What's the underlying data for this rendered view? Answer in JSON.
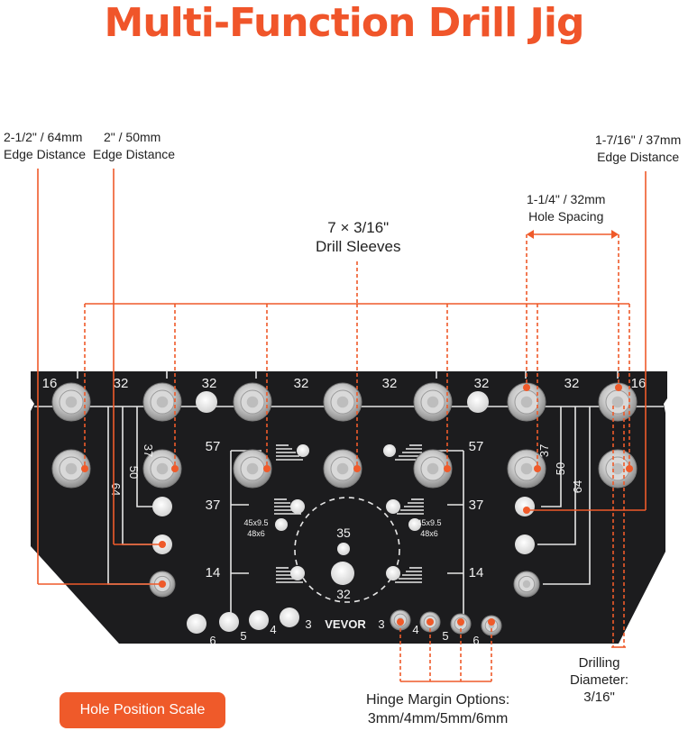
{
  "title": "Multi-Function Drill Jig",
  "callouts": {
    "edge64": [
      "2-1/2\" / 64mm",
      "Edge Distance"
    ],
    "edge50": [
      "2\" / 50mm",
      "Edge Distance"
    ],
    "edge37": [
      "1-7/16\" / 37mm",
      "Edge Distance"
    ],
    "spacing": [
      "1-1/4\" / 32mm",
      "Hole Spacing"
    ],
    "sleeves": [
      "7 × 3/16\"",
      "Drill  Sleeves"
    ],
    "diameter": [
      "Drilling",
      "Diameter:",
      "3/16\""
    ],
    "hinge": [
      "Hinge Margin Options:",
      "3mm/4mm/5mm/6mm"
    ]
  },
  "jig": {
    "top_scale": [
      "16",
      "32",
      "32",
      "32",
      "32",
      "32",
      "32",
      "16"
    ],
    "left_rows": [
      "57",
      "37",
      "14"
    ],
    "right_rows": [
      "57",
      "37",
      "14"
    ],
    "edge_marks": [
      "37",
      "50",
      "64"
    ],
    "center": [
      "35",
      "32"
    ],
    "hinge_sizes": [
      "45x9.5",
      "48x6"
    ],
    "left_margins": [
      "6",
      "5",
      "4",
      "3"
    ],
    "right_margins": [
      "3",
      "4",
      "5",
      "6"
    ],
    "brand": "VEVOR"
  },
  "button": {
    "label": "Hole Position Scale"
  },
  "colors": {
    "accent": "#ef5a2a",
    "plate": "#1c1c1e",
    "engrave": "#e8e8e8"
  }
}
